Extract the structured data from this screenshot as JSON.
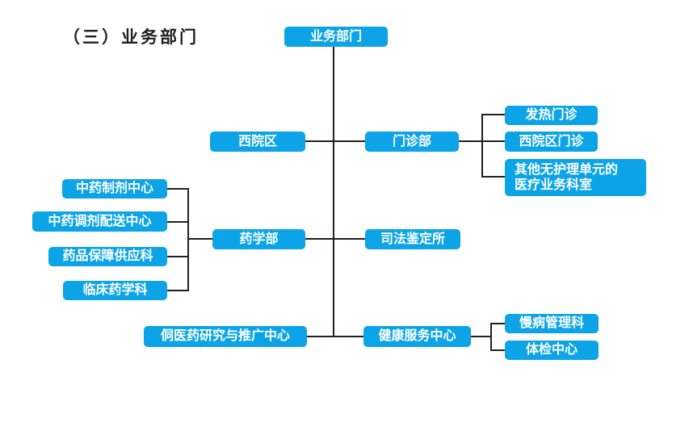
{
  "title": "（三）业务部门",
  "colors": {
    "node_fill": "#0ca4e6",
    "node_text": "#ffffff",
    "connector": "#231f20",
    "background": "#ffffff",
    "title_text": "#1f1f1f"
  },
  "nodes": {
    "root": "业务部门",
    "west_campus": "西院区",
    "outpatient_dept": "门诊部",
    "fever_clinic": "发热门诊",
    "west_campus_outpatient": "西院区门诊",
    "other_medical_depts": "其他无护理单元的\n医疗业务科室",
    "tcm_preparation_center": "中药制剂中心",
    "tcm_dispensing_delivery_center": "中药调剂配送中心",
    "drug_supply_dept": "药品保障供应科",
    "clinical_pharmacy_dept": "临床药学科",
    "pharmacy_dept": "药学部",
    "judicial_appraisal_office": "司法鉴定所",
    "dong_medicine_research_center": "侗医药研究与推广中心",
    "health_service_center": "健康服务中心",
    "chronic_disease_dept": "慢病管理科",
    "physical_exam_center": "体检中心"
  }
}
